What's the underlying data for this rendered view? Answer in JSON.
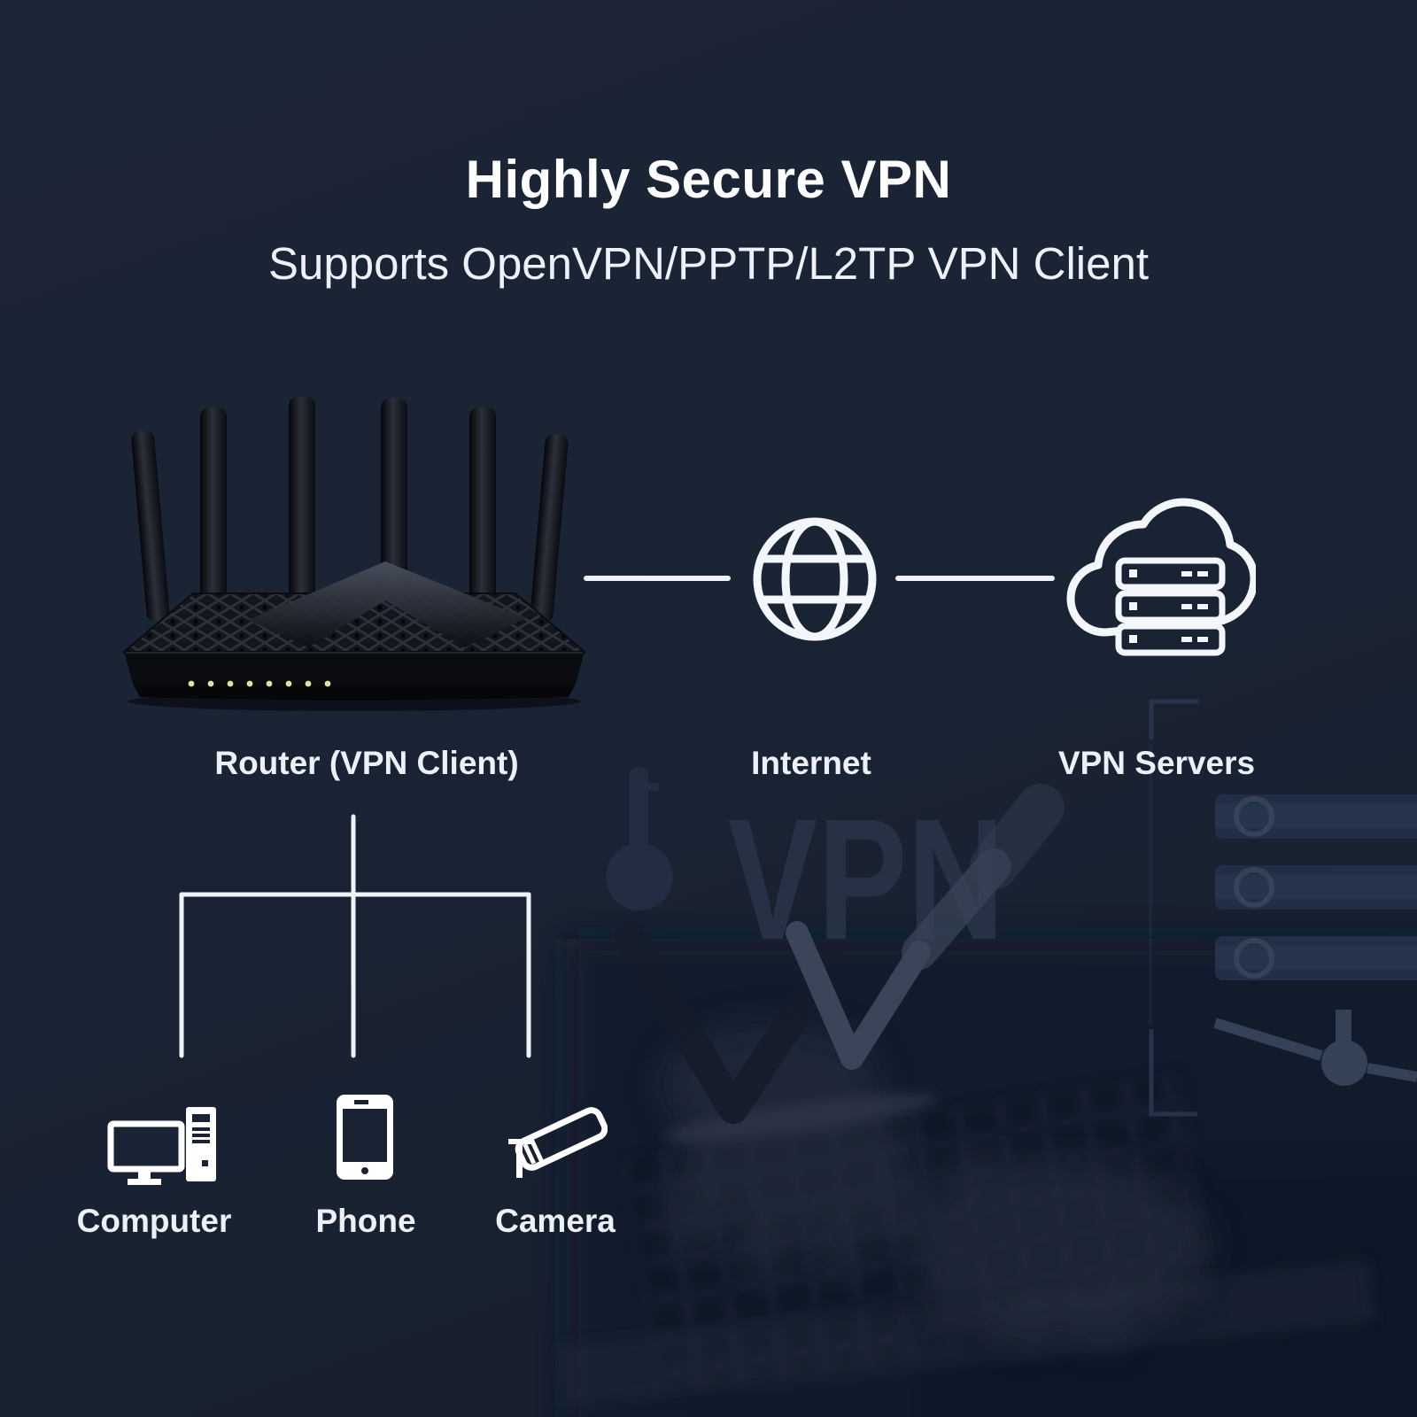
{
  "title": "Highly Secure VPN",
  "subtitle": "Supports OpenVPN/PPTP/L2TP VPN Client",
  "nodes": {
    "router": {
      "label": "Router (VPN Client)"
    },
    "internet": {
      "label": "Internet"
    },
    "servers": {
      "label": "VPN Servers"
    }
  },
  "devices": [
    {
      "label": "Computer"
    },
    {
      "label": "Phone"
    },
    {
      "label": "Camera"
    }
  ],
  "watermark": {
    "vpn_text": "VPN"
  },
  "colors": {
    "background": "#1a2333",
    "text": "#ffffff",
    "line": "#eef3f8",
    "icon_stroke": "#f3f7fb",
    "led": "#d9e4a0",
    "watermark": "#293448"
  }
}
